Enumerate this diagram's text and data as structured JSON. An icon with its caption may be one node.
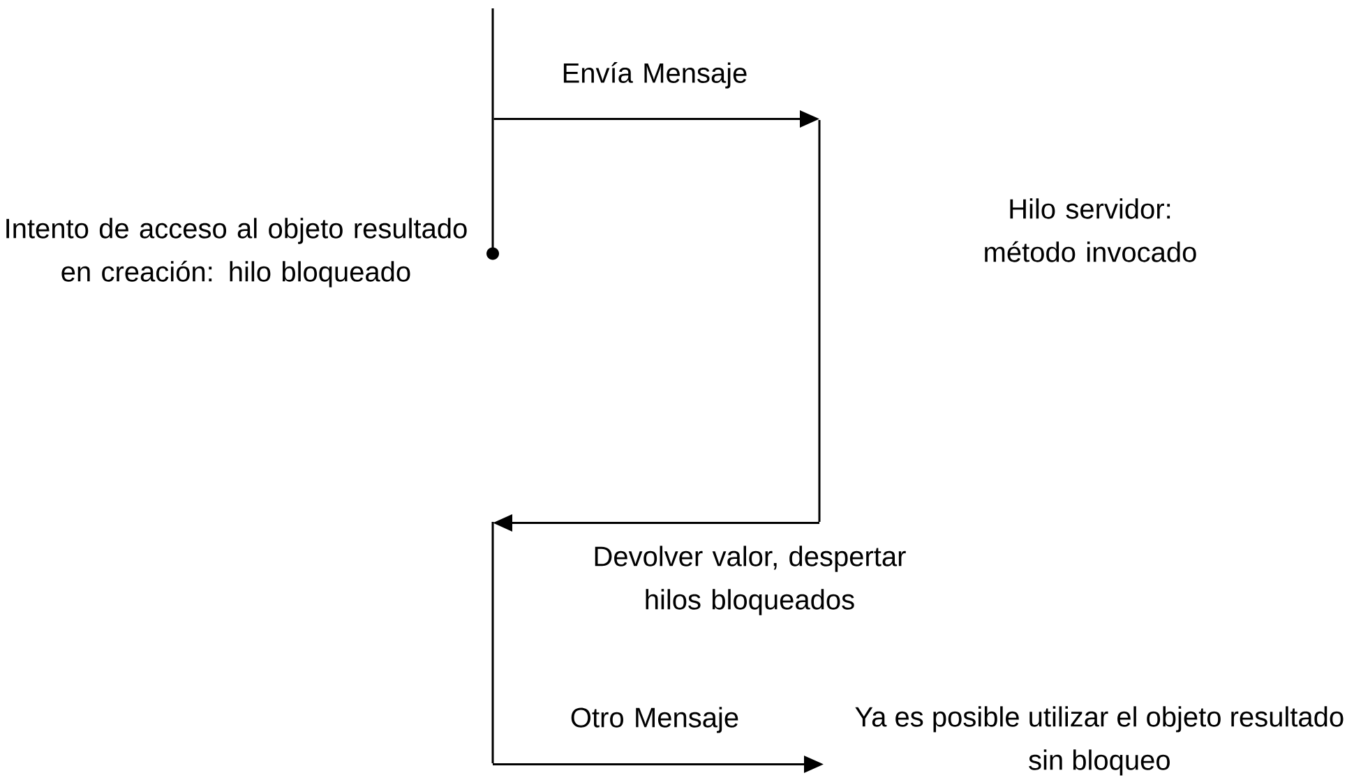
{
  "diagram": {
    "nodes": [
      {
        "text": [],
        "shape": "bar",
        "beside": [
          "Intento de acceso al objeto resultado en creación: hilo bloqueado"
        ]
      },
      {
        "text": [],
        "shape": "bar"
      },
      {
        "text": [],
        "shape": "bar"
      },
      {
        "text": [
          "Ya es posible utilizar el objeto resultado sin bloqueo"
        ]
      }
    ],
    "edges": [
      {
        "from": 0,
        "to": 1,
        "arrow": "to",
        "label": "Envía Mensaje"
      },
      {
        "from": 1,
        "to": 2,
        "arrow": "to",
        "label": "Devolver valor, despertar hilos bloqueados"
      },
      {
        "from": 2,
        "to": 3,
        "arrow": "to",
        "label": "Otro Mensaje"
      }
    ],
    "labels": [
      "Hilo servidor: método invocado"
    ]
  }
}
